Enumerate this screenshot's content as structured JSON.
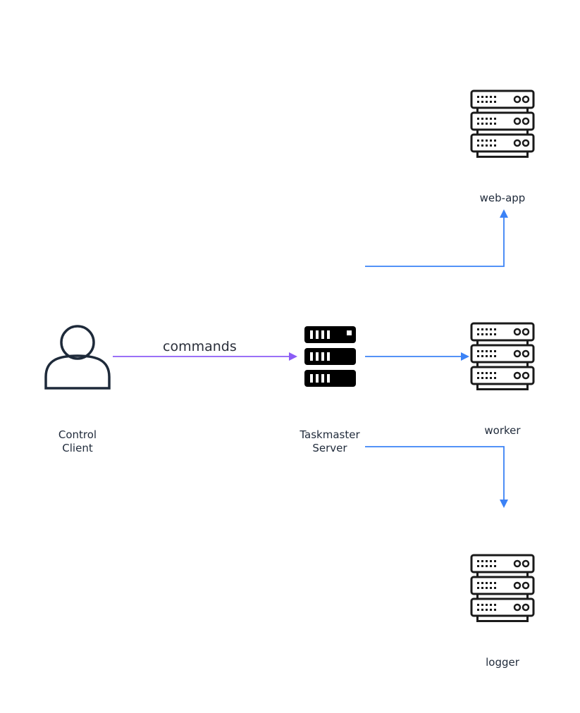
{
  "colors": {
    "background": "#ffffff",
    "text": "#1f2a3a",
    "icon_outline": "#1e2a3a",
    "server_black": "#000000",
    "server_gray": "#1a1a1a",
    "arrow_purple": "#8b5cf6",
    "arrow_blue": "#3b82f6"
  },
  "nodes": {
    "client": {
      "line1": "Control",
      "line2": "Client",
      "icon": "person-icon"
    },
    "taskmaster": {
      "line1": "Taskmaster",
      "line2": "Server",
      "icon": "server-icon"
    },
    "webapp": {
      "label": "web-app",
      "icon": "server-rack-icon"
    },
    "worker": {
      "label": "worker",
      "icon": "server-rack-icon"
    },
    "logger": {
      "label": "logger",
      "icon": "server-rack-icon"
    }
  },
  "edges": {
    "commands": {
      "label": "commands",
      "from": "client",
      "to": "taskmaster"
    },
    "to_webapp": {
      "from": "taskmaster",
      "to": "webapp"
    },
    "to_worker": {
      "from": "taskmaster",
      "to": "worker"
    },
    "to_logger": {
      "from": "taskmaster",
      "to": "logger"
    }
  }
}
